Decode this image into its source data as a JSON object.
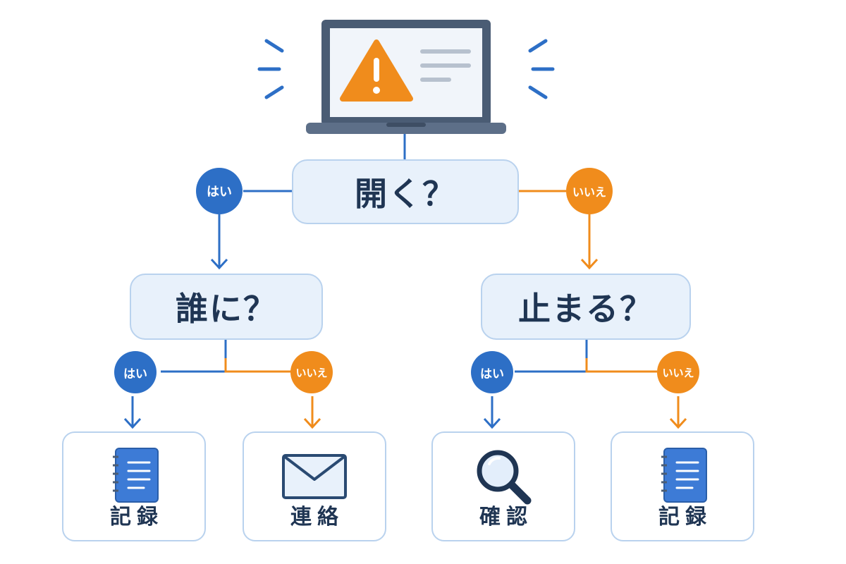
{
  "colors": {
    "yes": "#2d6fc6",
    "no": "#f08c1c",
    "node_fill": "#e8f1fb",
    "node_border": "#b9d2ee",
    "text": "#1f3553",
    "laptop": "#4a5c74",
    "warning": "#f08c1c"
  },
  "root": {
    "question": "開く？",
    "icon": "laptop-warning-icon"
  },
  "yes_branch": {
    "badge": "はい",
    "question": "誰に？",
    "yes_badge": "はい",
    "no_badge": "いいえ",
    "yes_leaf": {
      "label": "記録",
      "icon": "notebook-icon"
    },
    "no_leaf": {
      "label": "連絡",
      "icon": "envelope-icon"
    }
  },
  "no_branch": {
    "badge": "いいえ",
    "question": "止まる？",
    "yes_badge": "はい",
    "no_badge": "いいえ",
    "yes_leaf": {
      "label": "確認",
      "icon": "magnifier-icon"
    },
    "no_leaf": {
      "label": "記録",
      "icon": "notebook-icon"
    }
  }
}
